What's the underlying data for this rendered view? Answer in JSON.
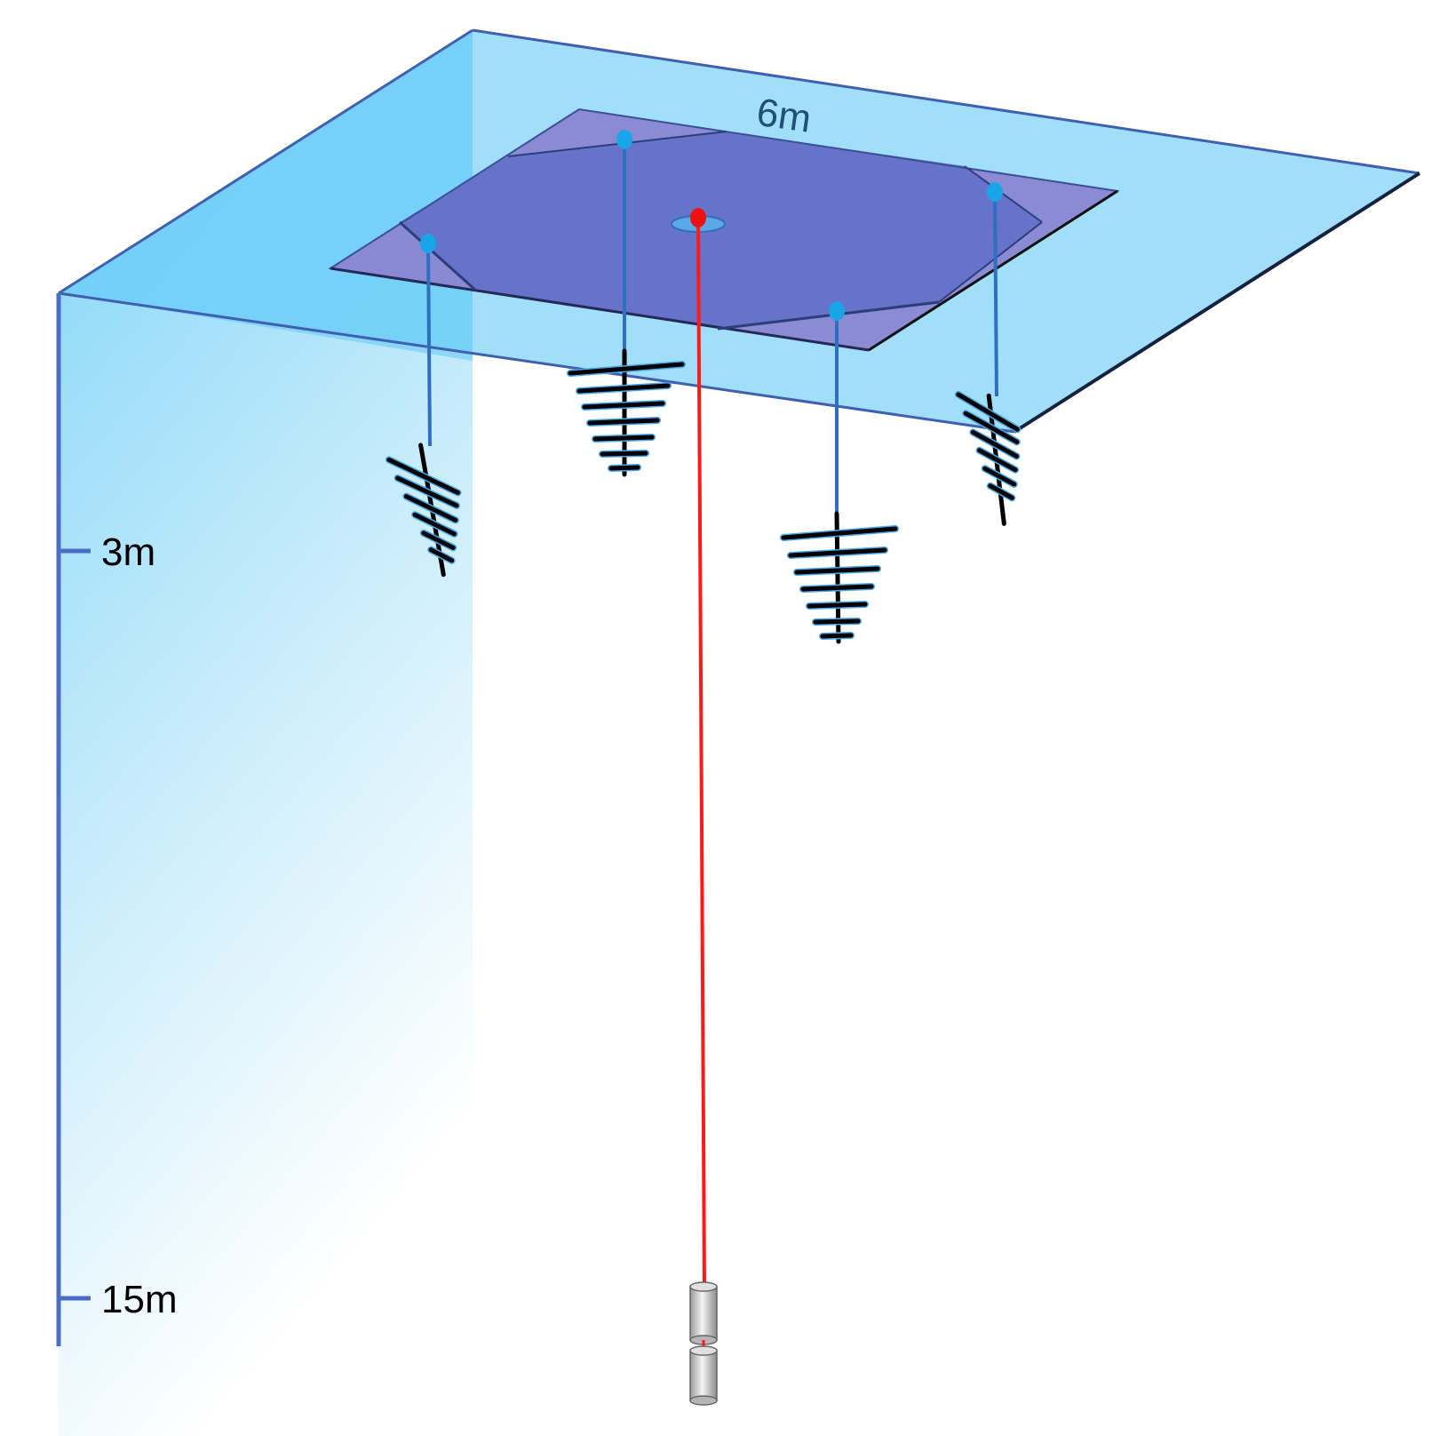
{
  "labels": {
    "platform_width": "6m",
    "depth_shallow": "3m",
    "depth_deep": "15m"
  },
  "colors": {
    "water_surface": "#8fd8f8",
    "water_front": "#5fc8f6",
    "platform": "#6673c8",
    "platform_corner": "#8a85d2",
    "edge_line": "#3f5fb0",
    "mooring_line": "#2f6fc0",
    "anchor_point": "#1aa5e8",
    "center_line": "#ff1a1a",
    "center_point": "#ee1111",
    "label_dark": "#1f4f74",
    "label_black": "#000000"
  },
  "icons": {
    "hydrophone_arrays": "antenna-array-icon",
    "anchor_weight": "cylinder-weight-icon"
  }
}
